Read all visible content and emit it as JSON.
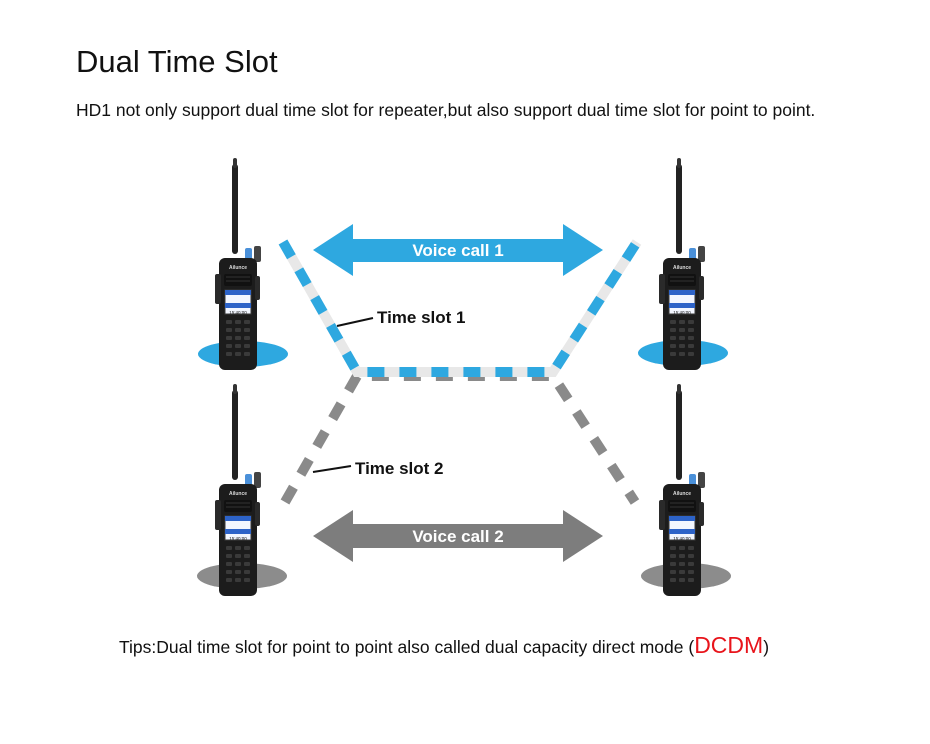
{
  "page": {
    "title": "Dual Time Slot",
    "subtitle": "HD1 not only support dual time slot for repeater,but also support dual time slot for point to point."
  },
  "diagram": {
    "voice_call_1": "Voice call 1",
    "voice_call_2": "Voice call 2",
    "time_slot_1": "Time slot 1",
    "time_slot_2": "Time slot 2",
    "radio_brand": "Ailunce",
    "screen_text": "15:40:00",
    "colors": {
      "slot1_blue": "#2ea8e0",
      "slot2_gray": "#8a8a8a",
      "arrow2_gray": "#7d7d7d",
      "radio_body": "#1c1c1c"
    }
  },
  "tips": {
    "prefix": "Tips:Dual time slot for point to point also called dual capacity direct mode (",
    "highlight": "DCDM",
    "suffix": ")",
    "highlight_color": "#e8141b"
  }
}
